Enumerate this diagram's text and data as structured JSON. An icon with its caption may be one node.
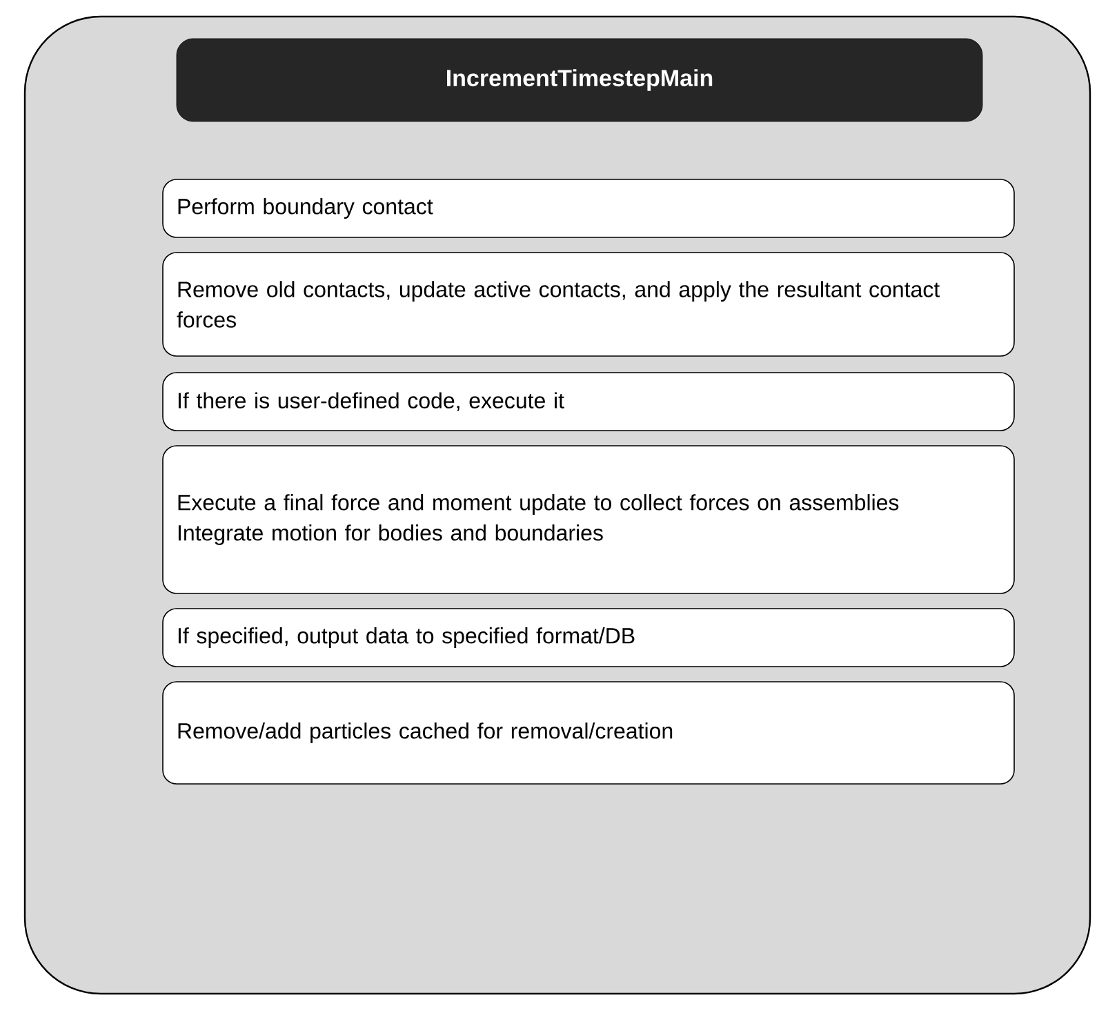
{
  "diagram": {
    "nodes": [
      {
        "text": [],
        "shape": "box"
      },
      {
        "text": [
          "IncrementTimestepMain"
        ],
        "in": 0
      },
      {
        "text": [
          "Perform boundary contact"
        ],
        "in": 0
      },
      {
        "text": [
          "Remove old contacts, update active contacts, and apply the resultant contact forces"
        ],
        "in": 0
      },
      {
        "text": [
          "If there is user-defined code, execute it"
        ],
        "in": 0
      },
      {
        "text": [
          "Execute a final force and moment update to collect forces on assemblies",
          "Integrate motion for bodies and boundaries"
        ],
        "in": 0
      },
      {
        "text": [
          "If specified, output data to specified format/DB"
        ],
        "in": 0
      },
      {
        "text": [
          "Remove/add particles cached for removal/creation"
        ],
        "in": 0
      }
    ]
  }
}
